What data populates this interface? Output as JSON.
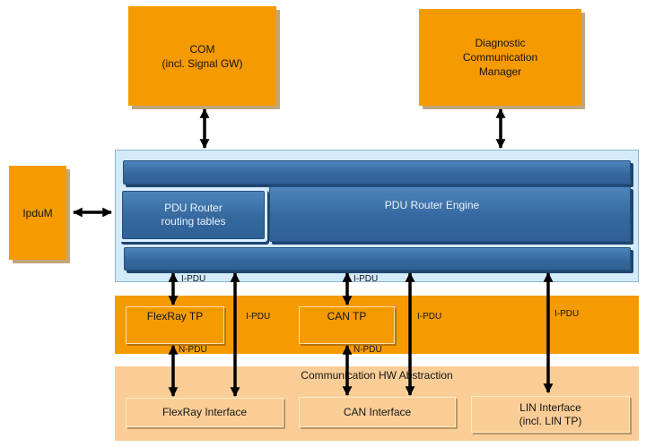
{
  "modules": {
    "com": {
      "label": "COM\n(incl. Signal GW)"
    },
    "dcm": {
      "label": "Diagnostic\nCommunication\nManager"
    },
    "ipdum": {
      "label": "IpduM"
    },
    "routing_tables": {
      "label": "PDU Router\nrouting tables"
    },
    "engine": {
      "label": "PDU Router Engine"
    },
    "flexray_tp": {
      "label": "FlexRay TP"
    },
    "can_tp": {
      "label": "CAN TP"
    },
    "hw_abstraction": {
      "label": "Communication HW Abstraction"
    },
    "flexray_if": {
      "label": "FlexRay Interface"
    },
    "can_if": {
      "label": "CAN Interface"
    },
    "lin_if": {
      "label": "LIN Interface\n(incl. LIN TP)"
    }
  },
  "pdu_labels": {
    "i_pdu": "I-PDU",
    "n_pdu": "N-PDU"
  },
  "colors": {
    "module_orange": "#F59A00",
    "band_tan": "#FACD96",
    "steel_blue": "#35689E",
    "container_light_blue": "#D3EAF9",
    "shadow_navy": "#1E4670",
    "arrow_black": "#000000"
  }
}
